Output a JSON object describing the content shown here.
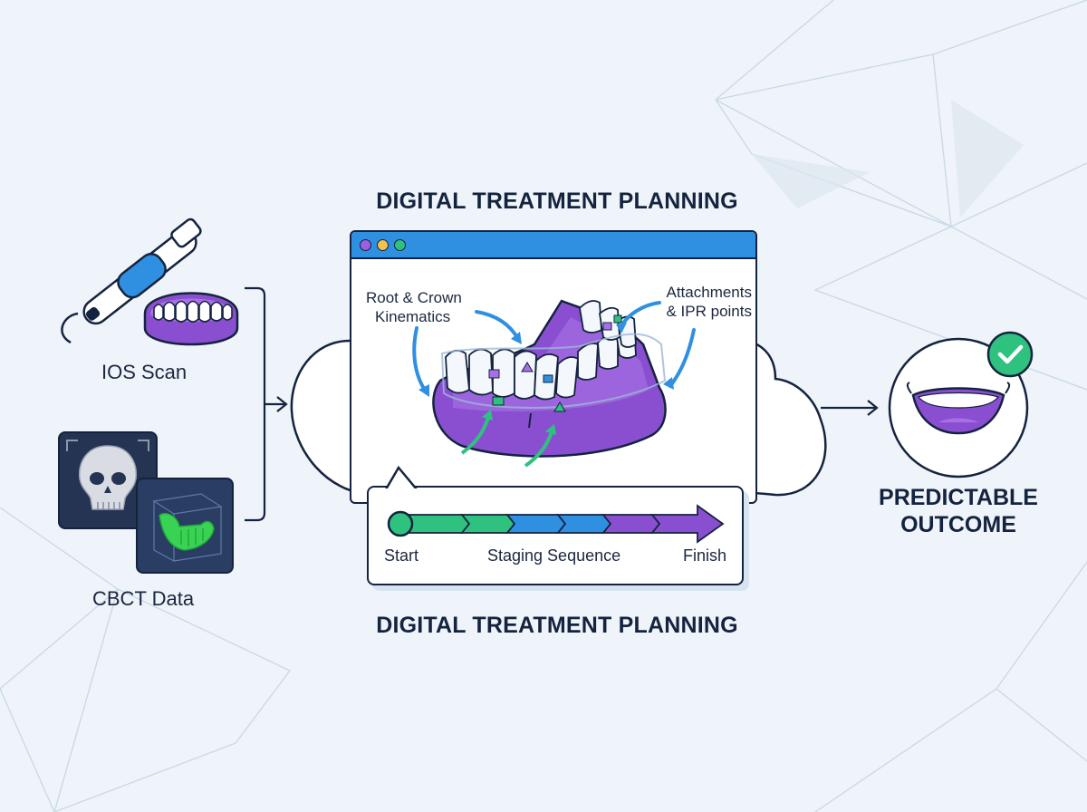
{
  "title_top": "DIGITAL TREATMENT PLANNING",
  "title_bottom": "DIGITAL TREATMENT PLANNING",
  "inputs": {
    "ios_label": "IOS Scan",
    "cbct_label": "CBCT Data"
  },
  "callouts": {
    "root_crown": [
      "Root & Crown",
      "Kinematics"
    ],
    "attachments": [
      "Attachments",
      "& IPR points"
    ]
  },
  "timeline": {
    "start": "Start",
    "middle": "Staging Sequence",
    "finish": "Finish"
  },
  "outcome": {
    "line1": "PREDICTABLE",
    "line2": "OUTCOME"
  },
  "colors": {
    "green": "#2ec27e",
    "blue": "#2f8fe0",
    "purple": "#8a4fd0",
    "navy": "#14233f",
    "window_bar": "#2f8fe0"
  },
  "icons": [
    "intraoral-scanner-icon",
    "dental-model-icon",
    "skull-xray-icon",
    "jaw-3d-icon",
    "checkmark-icon",
    "smile-icon"
  ]
}
